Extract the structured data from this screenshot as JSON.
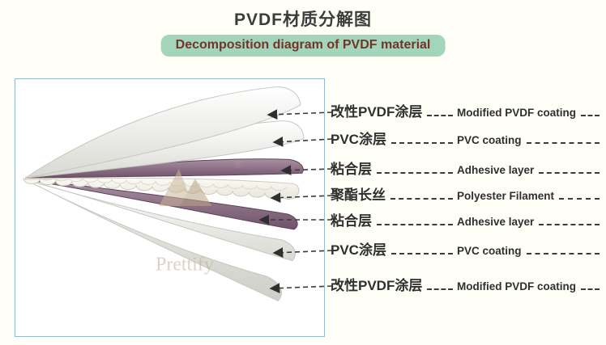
{
  "header": {
    "title": "PVDF材质分解图",
    "subtitle": "Decomposition diagram of PVDF material"
  },
  "diagram": {
    "watermark": {
      "brand": "Prettify",
      "registered": "®"
    },
    "layers": [
      {
        "cn": "改性PVDF涂层",
        "en": "Modified PVDF coating"
      },
      {
        "cn": "PVC涂层",
        "en": "PVC coating"
      },
      {
        "cn": "粘合层",
        "en": "Adhesive layer"
      },
      {
        "cn": "聚酯长丝",
        "en": "Polyester Filament"
      },
      {
        "cn": "粘合层",
        "en": "Adhesive layer"
      },
      {
        "cn": "PVC涂层",
        "en": "PVC coating"
      },
      {
        "cn": "改性PVDF涂层",
        "en": "Modified PVDF coating"
      }
    ]
  },
  "colors": {
    "background": "#fffef7",
    "title_text": "#3c3c3c",
    "subtitle_bg": "#a3d5bb",
    "subtitle_text": "#74342a",
    "label_text": "#2f2f2f",
    "box_border": "#74c6e4",
    "adhesive_layer": "#8f7186",
    "sheet_edge": "#c6c6c0",
    "watermark": "#bfb097"
  }
}
